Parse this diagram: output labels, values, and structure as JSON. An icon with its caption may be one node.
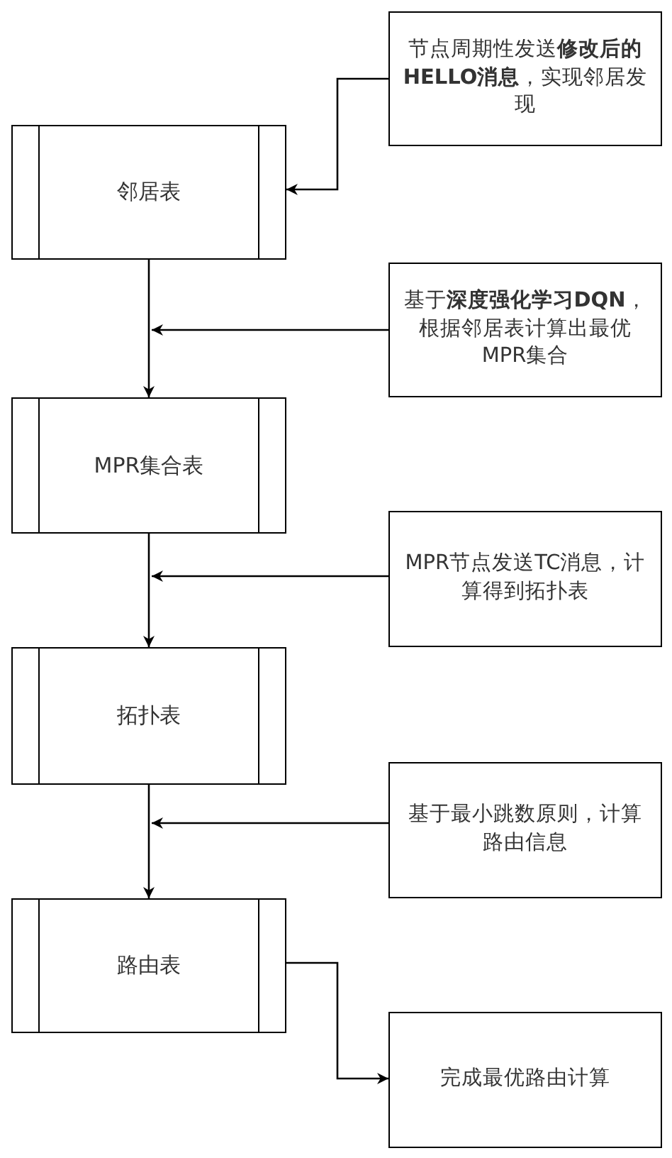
{
  "diagram": {
    "nodes": [
      {
        "text": [
          "节点周期性发送**修改后的HELLO消息**，实现邻居发现"
        ]
      },
      {
        "text": [
          "邻居表"
        ]
      },
      {
        "text": [
          "基于**深度强化学习DQN**，根据邻居表计算出最优MPR集合"
        ]
      },
      {
        "text": [
          "MPR集合表"
        ]
      },
      {
        "text": [
          "MPR节点发送TC消息，计算得到拓扑表"
        ]
      },
      {
        "text": [
          "拓扑表"
        ]
      },
      {
        "text": [
          "基于最小跳数原则，计算路由信息"
        ]
      },
      {
        "text": [
          "路由表"
        ]
      },
      {
        "text": [
          "完成最优路由计算"
        ]
      }
    ],
    "edges": [
      {
        "from": 0,
        "to": 1,
        "arrow": "to"
      },
      {
        "from": 1,
        "to": 3,
        "arrow": "to"
      },
      {
        "from": 2,
        "to": null,
        "arrow": "to"
      },
      {
        "from": 3,
        "to": 5,
        "arrow": "to"
      },
      {
        "from": 4,
        "to": null,
        "arrow": "to"
      },
      {
        "from": 5,
        "to": 7,
        "arrow": "to"
      },
      {
        "from": 6,
        "to": null,
        "arrow": "to"
      },
      {
        "from": 7,
        "to": 8,
        "arrow": "to"
      }
    ]
  }
}
